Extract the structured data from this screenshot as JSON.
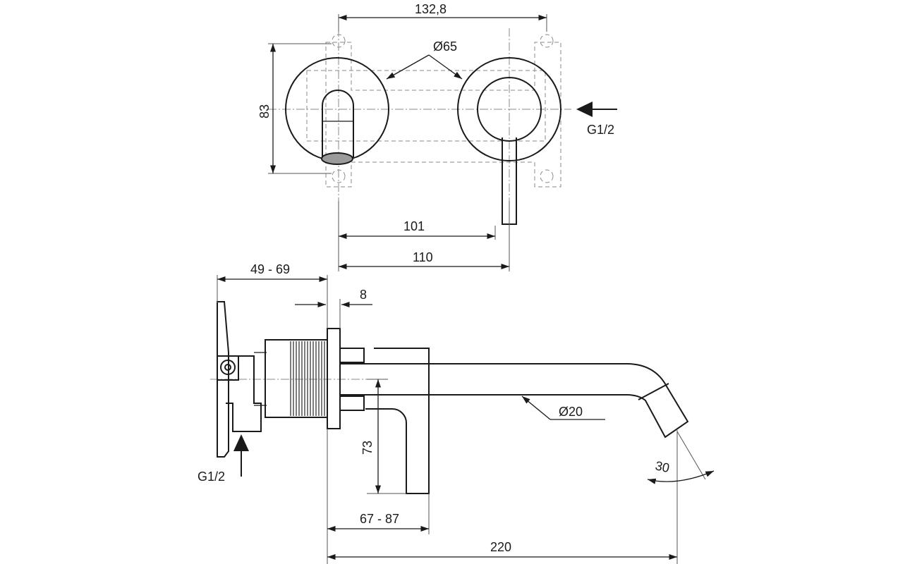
{
  "dimensions": {
    "d_132_8": "132,8",
    "d_83": "83",
    "d_dia65": "Ø65",
    "d_101": "101",
    "d_110": "110",
    "d_49_69": "49 - 69",
    "d_8": "8",
    "d_dia20": "Ø20",
    "d_73": "73",
    "d_67_87": "67 - 87",
    "d_220": "220",
    "d_30": "30"
  },
  "connections": {
    "inlet_front": "G1/2",
    "inlet_side": "G1/2"
  },
  "colors": {
    "line": "#1a1a1a",
    "hidden": "#8a8a8a",
    "background": "#ffffff"
  }
}
